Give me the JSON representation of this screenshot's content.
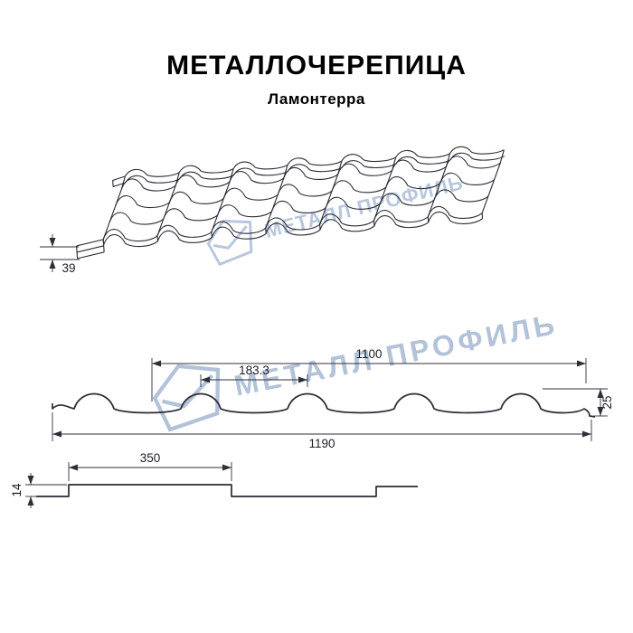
{
  "header": {
    "title": "МЕТАЛЛОЧЕРЕПИЦА",
    "subtitle": "Ламонтерра"
  },
  "watermark": {
    "text": "МЕТАЛЛ ПРОФИЛЬ",
    "color": "#a9bdd8"
  },
  "dims": {
    "eave_height": "39",
    "useful_width": "1100",
    "wave_step": "183.3",
    "profile_height": "25",
    "overall_width": "1190",
    "module_length": "350",
    "step_height": "14"
  }
}
